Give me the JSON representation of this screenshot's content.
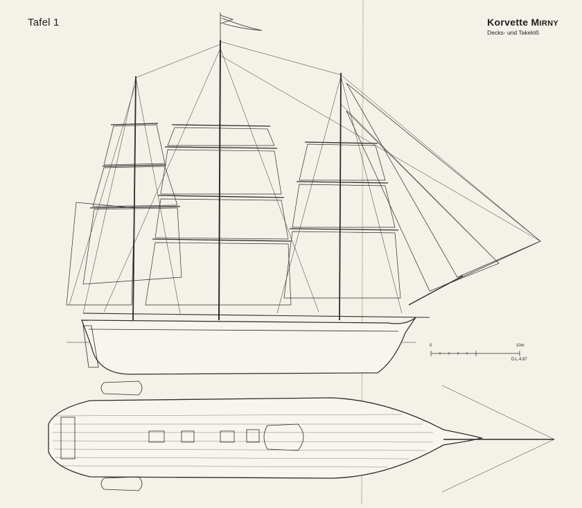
{
  "plate": {
    "label": "Tafel 1"
  },
  "title": {
    "ship_type": "Korvette",
    "ship_name_first": "M",
    "ship_name_rest": "IRNY",
    "subtitle": "Decks- und Takelriß"
  },
  "scale_bar": {
    "start_label": "0",
    "end_label": "10m",
    "credit": "D.L.4.87"
  }
}
